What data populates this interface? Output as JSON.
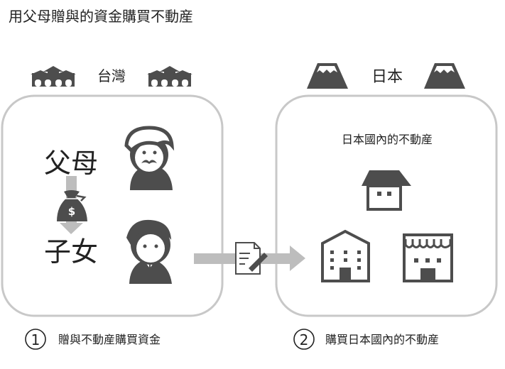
{
  "title": "用父母贈與的資金購買不動産",
  "taiwan": {
    "label": "台灣",
    "icon": "temple-gate-icon",
    "parents_label": "父母",
    "children_label": "子女"
  },
  "japan": {
    "label": "日本",
    "icon": "mount-fuji-icon",
    "property_label": "日本國內的不動産"
  },
  "steps": [
    {
      "number": "1",
      "label": "贈與不動産購買資金"
    },
    {
      "number": "2",
      "label": "購買日本國內的不動産"
    }
  ],
  "colors": {
    "icon": "#4d4d4d",
    "arrow": "#bdbdbd",
    "box_border": "#c8c8c8"
  }
}
